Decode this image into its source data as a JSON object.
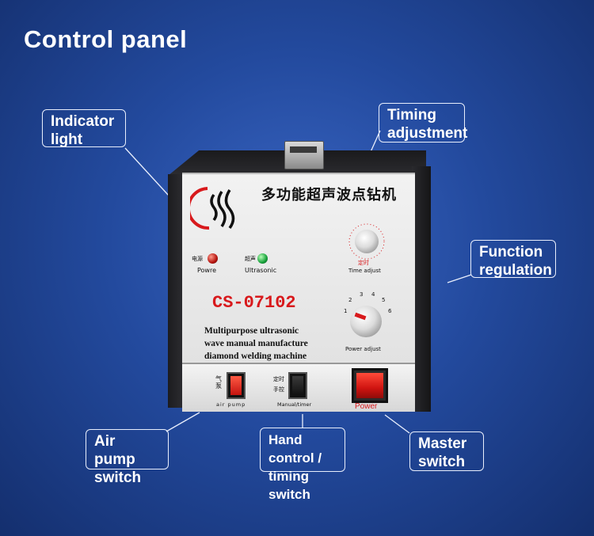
{
  "title": "Control panel",
  "callouts": {
    "indicator_light": [
      "Indicator",
      "light"
    ],
    "timing_adjustment": [
      "Timing",
      "adjustment"
    ],
    "function_regulation": [
      "Function",
      "regulation"
    ],
    "air_pump_switch": [
      "Air pump",
      "switch"
    ],
    "hand_control": [
      "Hand control /",
      "timing switch"
    ],
    "master_switch": [
      "Master",
      "switch"
    ]
  },
  "machine": {
    "cn_title": "多功能超声波点钻机",
    "power_led_cn": "电源",
    "power_led_label": "Powre",
    "ultrasonic_led_cn": "超声",
    "ultrasonic_led_label": "Ultrasonic",
    "time_knob_cn": "定时",
    "time_adjust_label": "Time adjust",
    "power_scale": [
      "1",
      "2",
      "3",
      "4",
      "5",
      "6"
    ],
    "power_adjust_label": "Power adjust",
    "model": "CS-07102",
    "description": [
      "Multipurpose ultrasonic",
      "wave manual manufacture",
      "diamond welding machine"
    ],
    "air_pump_cn": "气泵",
    "air_pump_label": "air pump",
    "timer_cn_top": "定时",
    "timer_cn_bottom": "手控",
    "timer_label": "Manual/timer",
    "power_label": "Power"
  },
  "colors": {
    "background": "#234a9e",
    "accent_red": "#d8191c",
    "led_green": "#16a13a"
  }
}
